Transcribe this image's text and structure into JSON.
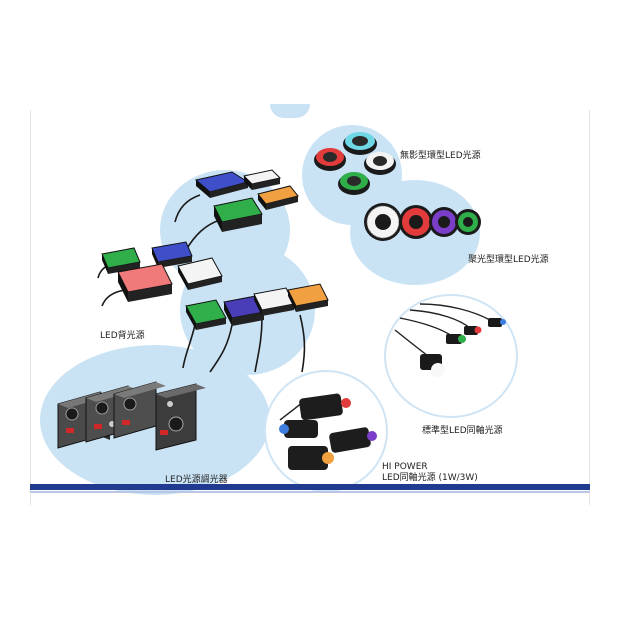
{
  "labels": {
    "shadowless_ring": "無影型環型LED光源",
    "focus_ring": "聚光型環型LED光源",
    "backlight": "LED背光源",
    "coaxial_std": "標準型LED同軸光源",
    "hipower_line1": "HI POWER",
    "hipower_line2": "LED同軸光源 (1W/3W)",
    "dimmer": "LED光源調光器"
  },
  "colors": {
    "bubble": "#c9e3f5",
    "bar": "#1f3a8f",
    "green": "#2fae4a",
    "blue": "#3e4fc9",
    "red": "#e23b3b",
    "amber": "#f0a040",
    "white": "#f4f4f4",
    "cyan": "#6fd6e6"
  }
}
